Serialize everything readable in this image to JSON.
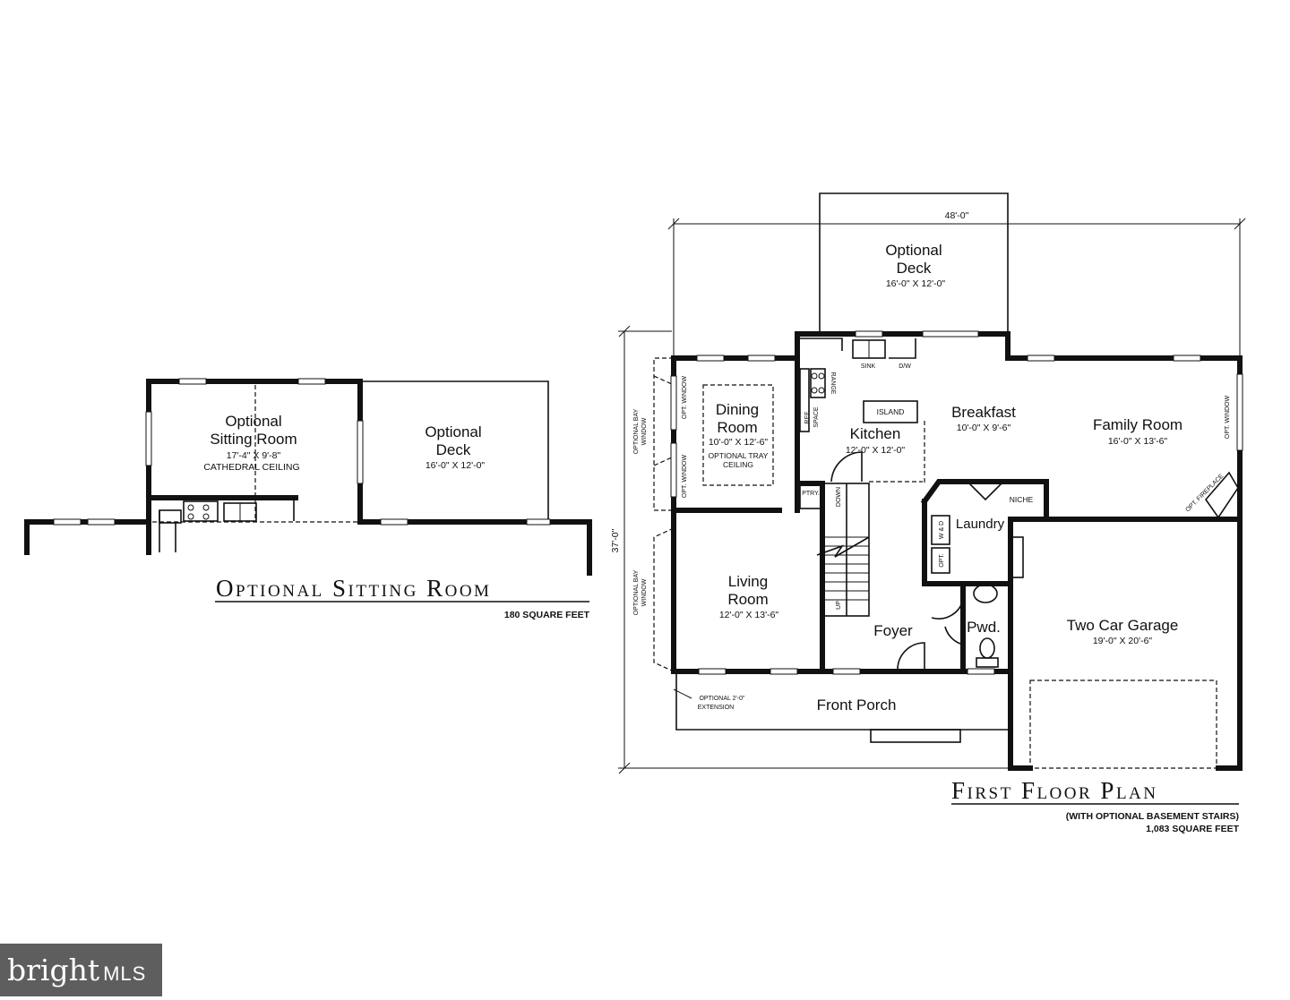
{
  "sitting_plan": {
    "title": "Optional Sitting Room",
    "subtitle": "180 SQUARE FEET",
    "sitting_room": {
      "name_line1": "Optional",
      "name_line2": "Sitting Room",
      "dims": "17'-4\" X 9'-8\"",
      "note": "CATHEDRAL CEILING"
    },
    "deck": {
      "name_line1": "Optional",
      "name_line2": "Deck",
      "dims": "16'-0\" X 12'-0\""
    }
  },
  "first_floor": {
    "title": "First Floor Plan",
    "subtitle_line1": "(WITH OPTIONAL BASEMENT STAIRS)",
    "subtitle_line2": "1,083 SQUARE FEET",
    "overall_width": "48'-0\"",
    "overall_depth": "37'-0\"",
    "deck": {
      "name_line1": "Optional",
      "name_line2": "Deck",
      "dims": "16'-0\" X 12'-0\""
    },
    "dining": {
      "name_line1": "Dining",
      "name_line2": "Room",
      "dims": "10'-0\" X 12'-6\"",
      "note_line1": "OPTIONAL TRAY",
      "note_line2": "CEILING"
    },
    "kitchen": {
      "name": "Kitchen",
      "dims": "12'-0\" X 12'-0\""
    },
    "breakfast": {
      "name": "Breakfast",
      "dims": "10'-0\" X 9'-6\""
    },
    "family": {
      "name": "Family Room",
      "dims": "16'-0\" X 13'-6\""
    },
    "living": {
      "name_line1": "Living",
      "name_line2": "Room",
      "dims": "12'-0\" X 13'-6\""
    },
    "foyer": {
      "name": "Foyer"
    },
    "laundry": {
      "name": "Laundry"
    },
    "powder": {
      "name": "Pwd."
    },
    "garage": {
      "name": "Two Car Garage",
      "dims": "19'-0\" X 20'-6\""
    },
    "porch": {
      "name": "Front Porch"
    },
    "labels": {
      "island": "ISLAND",
      "niche": "NICHE",
      "sink": "SINK",
      "dw": "D/W",
      "range": "RANGE",
      "ref_line1": "REF.",
      "ref_line2": "SPACE",
      "pantry": "PTRY.",
      "down": "DOWN",
      "up": "UP",
      "wd": "W & D",
      "opt": "OPT.",
      "opt_window": "OPT. WINDOW",
      "opt_fireplace": "OPT. FIREPLACE",
      "bay_line1": "OPTIONAL BAY",
      "bay_line2": "WINDOW",
      "extension_line1": "OPTIONAL 2'-0\"",
      "extension_line2": "EXTENSION"
    }
  },
  "watermark": {
    "brand": "bright",
    "suffix": "MLS"
  }
}
